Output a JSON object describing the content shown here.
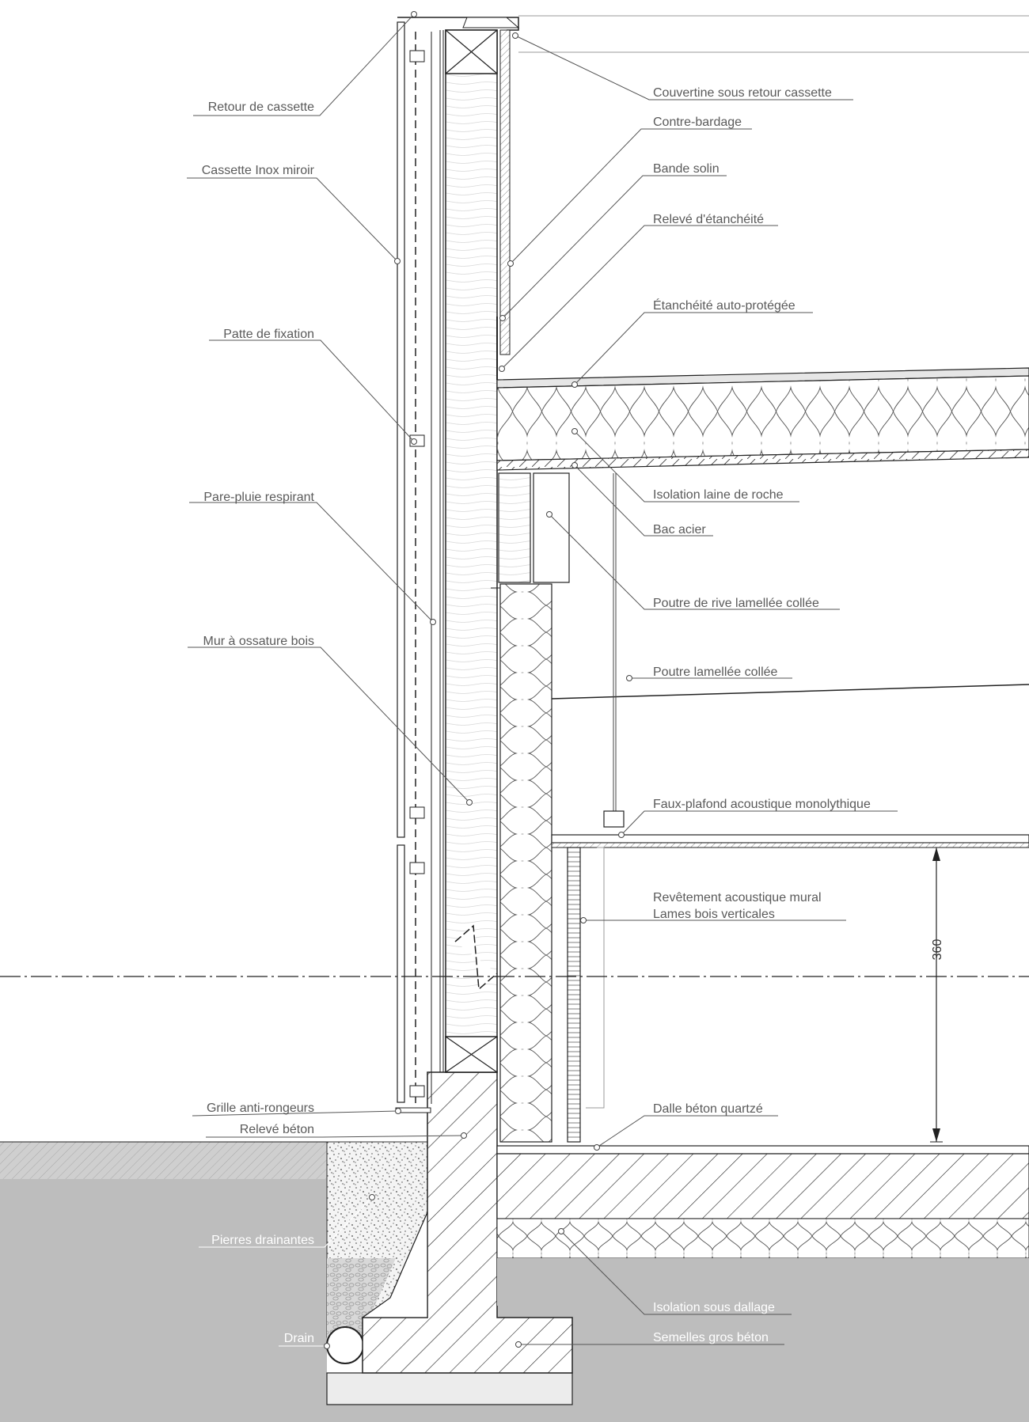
{
  "labels": {
    "retour_cassette": "Retour de cassette",
    "cassette_inox": "Cassette Inox miroir",
    "patte_fixation": "Patte de fixation",
    "pare_pluie": "Pare-pluie respirant",
    "mur_ossature": "Mur à ossature bois",
    "grille": "Grille anti-rongeurs",
    "releve_beton": "Relevé béton",
    "pierres": "Pierres drainantes",
    "drain": "Drain",
    "couvertine": "Couvertine sous retour cassette",
    "contre_bardage": "Contre-bardage",
    "bande_solin": "Bande solin",
    "releve_etancheite": "Relevé d'étanchéité",
    "etancheite_auto": "Étanchéité auto-protégée",
    "isolation_laine": "Isolation laine de roche",
    "bac_acier": "Bac acier",
    "poutre_rive": "Poutre de rive lamellée collée",
    "poutre_lamellee": "Poutre lamellée collée",
    "faux_plafond": "Faux-plafond acoustique monolythique",
    "revetement_1": "Revêtement acoustique mural",
    "revetement_2": "Lames bois verticales",
    "dalle": "Dalle béton quartzé",
    "isolation_dallage": "Isolation sous dallage",
    "semelles": "Semelles gros béton"
  },
  "dimension": "360",
  "colors": {
    "ground": "#bdbdbd",
    "topsoil": "#cfcfcf",
    "line": "#222222",
    "text": "#5a5a5a"
  }
}
